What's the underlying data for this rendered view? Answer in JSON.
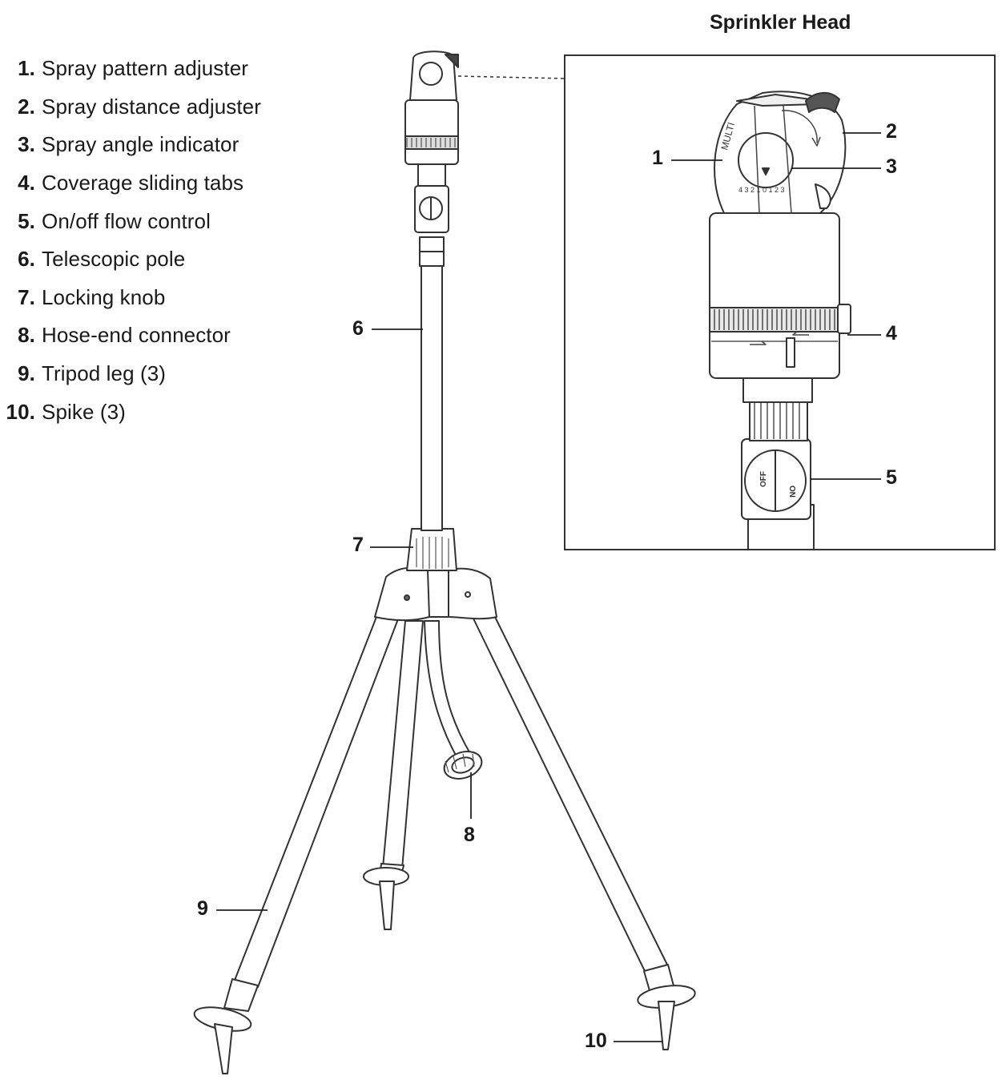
{
  "parts": [
    {
      "num": "1.",
      "label": "Spray pattern adjuster"
    },
    {
      "num": "2.",
      "label": "Spray distance adjuster"
    },
    {
      "num": "3.",
      "label": "Spray angle indicator"
    },
    {
      "num": "4.",
      "label": "Coverage sliding tabs"
    },
    {
      "num": "5.",
      "label": "On/off flow control"
    },
    {
      "num": "6.",
      "label": "Telescopic pole"
    },
    {
      "num": "7.",
      "label": "Locking knob"
    },
    {
      "num": "8.",
      "label": "Hose-end connector"
    },
    {
      "num": "9.",
      "label": "Tripod leg (3)"
    },
    {
      "num": "10.",
      "label": "Spike (3)"
    }
  ],
  "inset": {
    "title": "Sprinkler Head",
    "callouts": [
      "1",
      "2",
      "3",
      "4",
      "5"
    ],
    "dial_text": "MULTI",
    "scale_text": "4 3 2 1 0 1 2 3",
    "valve_off": "OFF",
    "valve_on": "ON"
  },
  "main_callouts": [
    "6",
    "7",
    "8",
    "9",
    "10"
  ]
}
